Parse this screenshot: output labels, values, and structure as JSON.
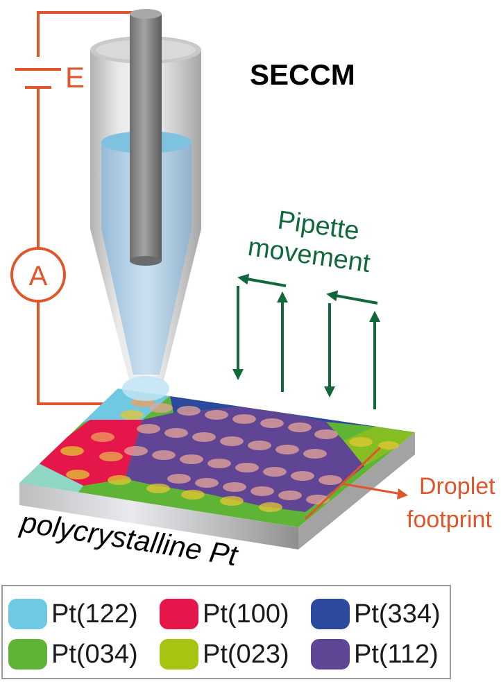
{
  "title": "SECCM",
  "labels": {
    "voltage": "E",
    "ammeter": "A",
    "pipette_movement_line1": "Pipette",
    "pipette_movement_line2": "movement",
    "droplet_line1": "Droplet",
    "droplet_line2": "footprint",
    "substrate": "polycrystalline Pt"
  },
  "colors": {
    "circuit": "#e0562a",
    "arrows": "#11683a",
    "pt122": "#6fc9e3",
    "pt100": "#e5174a",
    "pt334": "#2b4a9d",
    "pt034": "#5fb335",
    "pt023": "#a6c513",
    "pt112": "#5f4594"
  },
  "legend": [
    {
      "label": "Pt(122)",
      "color": "#6fc9e3"
    },
    {
      "label": "Pt(100)",
      "color": "#e5174a"
    },
    {
      "label": "Pt(334)",
      "color": "#2b4a9d"
    },
    {
      "label": "Pt(034)",
      "color": "#5fb335"
    },
    {
      "label": "Pt(023)",
      "color": "#a6c513"
    },
    {
      "label": "Pt(112)",
      "color": "#5f4594"
    }
  ]
}
